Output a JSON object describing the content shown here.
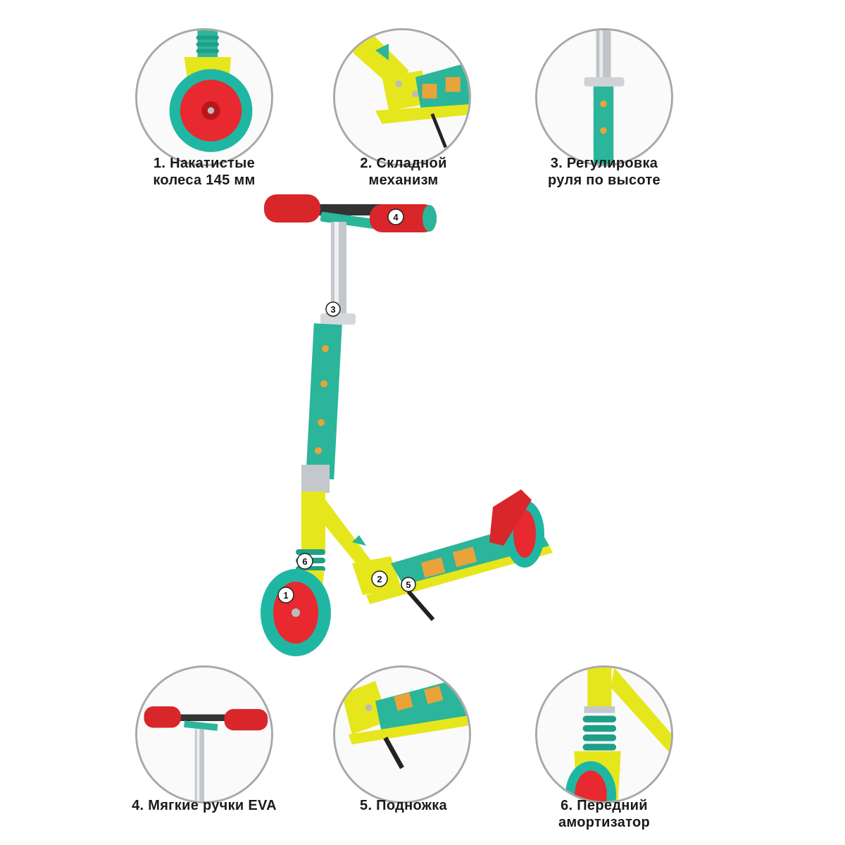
{
  "features": [
    {
      "id": 1,
      "lines": [
        "1. Накатистые",
        "колеса 145 мм"
      ],
      "icon": "wheel-detail-icon"
    },
    {
      "id": 2,
      "lines": [
        "2. Складной",
        "механизм"
      ],
      "icon": "folding-mechanism-detail-icon"
    },
    {
      "id": 3,
      "lines": [
        "3. Регулировка",
        "руля по высоте"
      ],
      "icon": "height-adjust-detail-icon"
    },
    {
      "id": 4,
      "lines": [
        "4. Мягкие ручки EVA"
      ],
      "icon": "handle-grips-detail-icon"
    },
    {
      "id": 5,
      "lines": [
        "5. Подножка"
      ],
      "icon": "kickstand-detail-icon"
    },
    {
      "id": 6,
      "lines": [
        "6. Передний",
        "амортизатор"
      ],
      "icon": "front-shock-detail-icon"
    }
  ],
  "markers": [
    "1",
    "2",
    "3",
    "4",
    "5",
    "6"
  ],
  "colors": {
    "frame": "#e6e61c",
    "stem": "#2bb59a",
    "grip": "#d8262a",
    "wheel_tire": "#1fb7a3",
    "wheel_hub": "#e8292f",
    "circle_border": "#a8a8a8"
  }
}
